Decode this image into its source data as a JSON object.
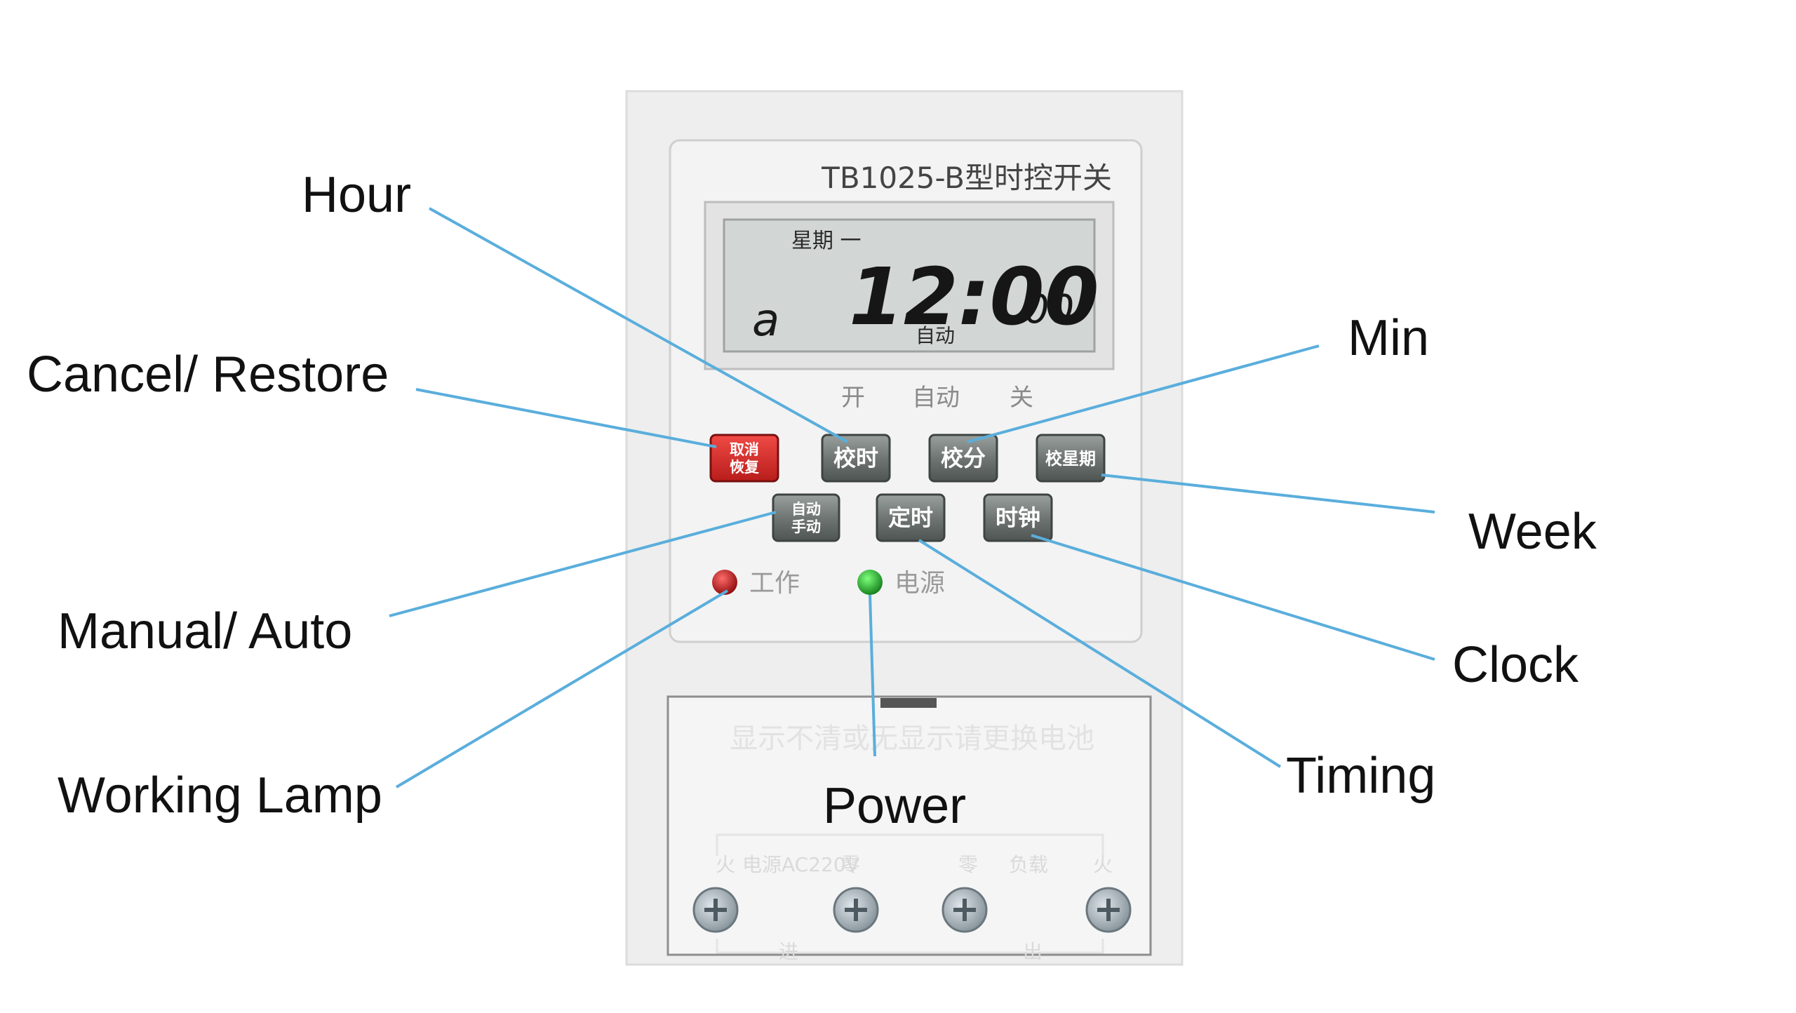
{
  "device": {
    "model": "TB1025-B型时控开关",
    "lcd": {
      "weekday": "星期 一",
      "day_code": "a",
      "time": "12:00",
      "seconds": "00",
      "mode": "自动"
    },
    "mode_labels": [
      "开",
      "自动",
      "关"
    ],
    "buttons": {
      "cancel_restore": [
        "取消",
        "恢复"
      ],
      "hour": "校时",
      "minute": "校分",
      "week": "校星期",
      "auto_manual": [
        "自动",
        "手动"
      ],
      "timing": "定时",
      "clock": "时钟"
    },
    "indicators": {
      "work": "工作",
      "power": "电源"
    },
    "battery_notice": "显示不清或无显示请更换电池",
    "terminals": {
      "fire_left": "火",
      "power_spec": "电源AC220V",
      "zero_left": "零",
      "zero_right": "零",
      "load": "负载",
      "fire_right": "火",
      "in": "进",
      "out": "出"
    }
  },
  "colors": {
    "leader_line": "#5aaedc",
    "lcd_bg": "#d2d6d4",
    "cancel_button": "#d6322f",
    "work_led": "#b01010",
    "power_led": "#1fa22b",
    "housing": "#eeeeee"
  },
  "callouts": {
    "hour": "Hour",
    "cancel_restore": "Cancel/ Restore",
    "manual_auto": "Manual/ Auto",
    "working_lamp": "Working Lamp",
    "power": "Power",
    "min": "Min",
    "week": "Week",
    "clock": "Clock",
    "timing": "Timing"
  }
}
